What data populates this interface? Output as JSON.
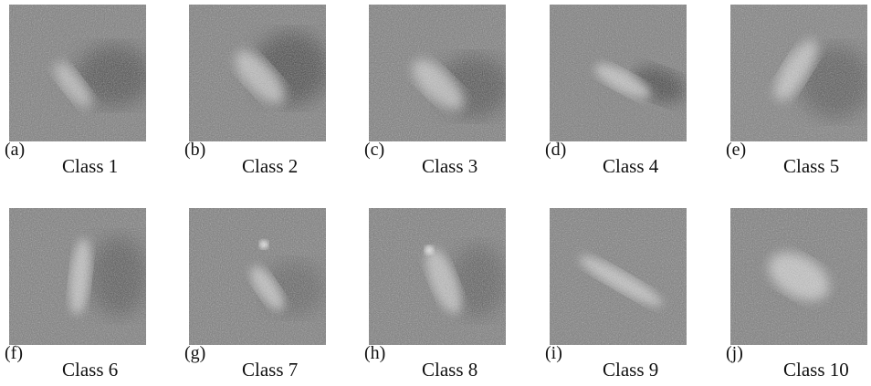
{
  "panels": [
    {
      "letter": "(a)",
      "caption": "Class 1",
      "icon": "noisy-grayscale-image-diagonal-bright-streak-dark-blob"
    },
    {
      "letter": "(b)",
      "caption": "Class 2",
      "icon": "noisy-grayscale-image-diagonal-bright-streak-dark-blob"
    },
    {
      "letter": "(c)",
      "caption": "Class 3",
      "icon": "noisy-grayscale-image-diagonal-bright-streak-dark-blob"
    },
    {
      "letter": "(d)",
      "caption": "Class 4",
      "icon": "noisy-grayscale-image-bright-streak-dark-ellipse"
    },
    {
      "letter": "(e)",
      "caption": "Class 5",
      "icon": "noisy-grayscale-image-bright-diagonal-band-dark-region"
    },
    {
      "letter": "(f)",
      "caption": "Class 6",
      "icon": "noisy-grayscale-image-vertical-bright-streak"
    },
    {
      "letter": "(g)",
      "caption": "Class 7",
      "icon": "noisy-grayscale-image-bright-spot-diagonal-streak"
    },
    {
      "letter": "(h)",
      "caption": "Class 8",
      "icon": "noisy-grayscale-image-bright-spot-diagonal-streak"
    },
    {
      "letter": "(i)",
      "caption": "Class 9",
      "icon": "noisy-grayscale-image-long-diagonal-bright-streak"
    },
    {
      "letter": "(j)",
      "caption": "Class 10",
      "icon": "noisy-grayscale-image-bright-cluster"
    }
  ]
}
